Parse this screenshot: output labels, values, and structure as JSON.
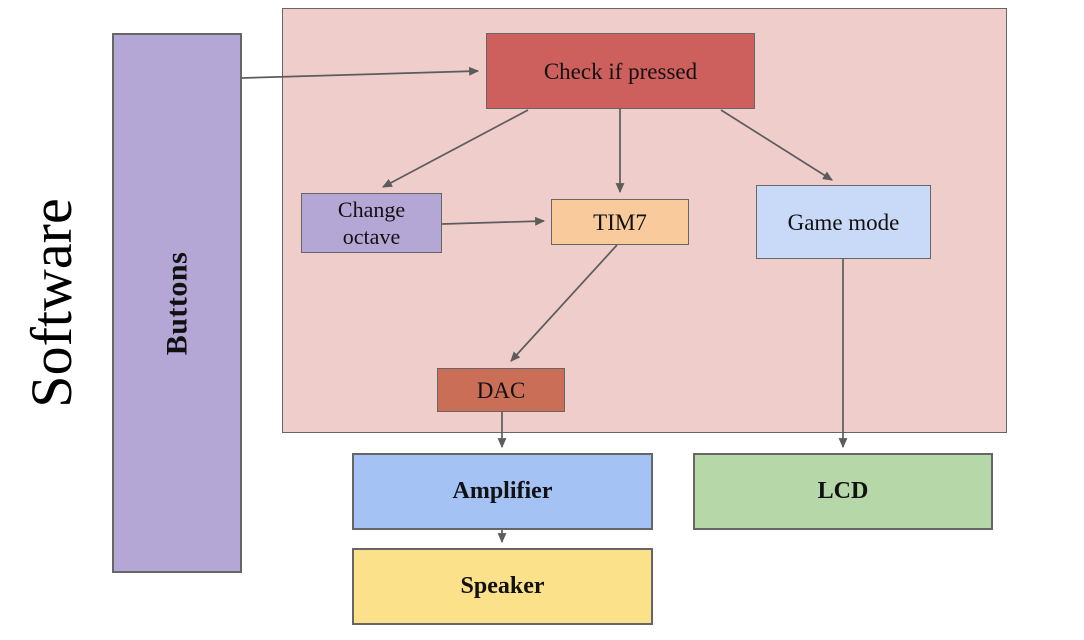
{
  "diagram": {
    "side_label": "Software",
    "container": {
      "name": "software-region",
      "fill": "#eecdcb"
    },
    "nodes": {
      "buttons": {
        "label": "Buttons",
        "fill": "#b4a7d6"
      },
      "check": {
        "label": "Check if pressed",
        "fill": "#cd5f5c"
      },
      "change_octave": {
        "label": "Change octave",
        "fill": "#b4a7d6"
      },
      "tim7": {
        "label": "TIM7",
        "fill": "#f9cb9c"
      },
      "game_mode": {
        "label": "Game mode",
        "fill": "#c9daf8"
      },
      "dac": {
        "label": "DAC",
        "fill": "#cb6e58"
      },
      "amplifier": {
        "label": "Amplifier",
        "fill": "#a4c2f4"
      },
      "speaker": {
        "label": "Speaker",
        "fill": "#fbe18a"
      },
      "lcd": {
        "label": "LCD",
        "fill": "#b6d7a8"
      }
    },
    "edges": [
      {
        "from": "buttons",
        "to": "check"
      },
      {
        "from": "check",
        "to": "change_octave"
      },
      {
        "from": "check",
        "to": "tim7"
      },
      {
        "from": "check",
        "to": "game_mode"
      },
      {
        "from": "change_octave",
        "to": "tim7"
      },
      {
        "from": "tim7",
        "to": "dac"
      },
      {
        "from": "dac",
        "to": "amplifier"
      },
      {
        "from": "amplifier",
        "to": "speaker"
      },
      {
        "from": "game_mode",
        "to": "lcd"
      }
    ],
    "colors": {
      "arrow": "#5c5c5c",
      "border": "#666666",
      "text": "#000000",
      "background": "#ffffff"
    }
  }
}
